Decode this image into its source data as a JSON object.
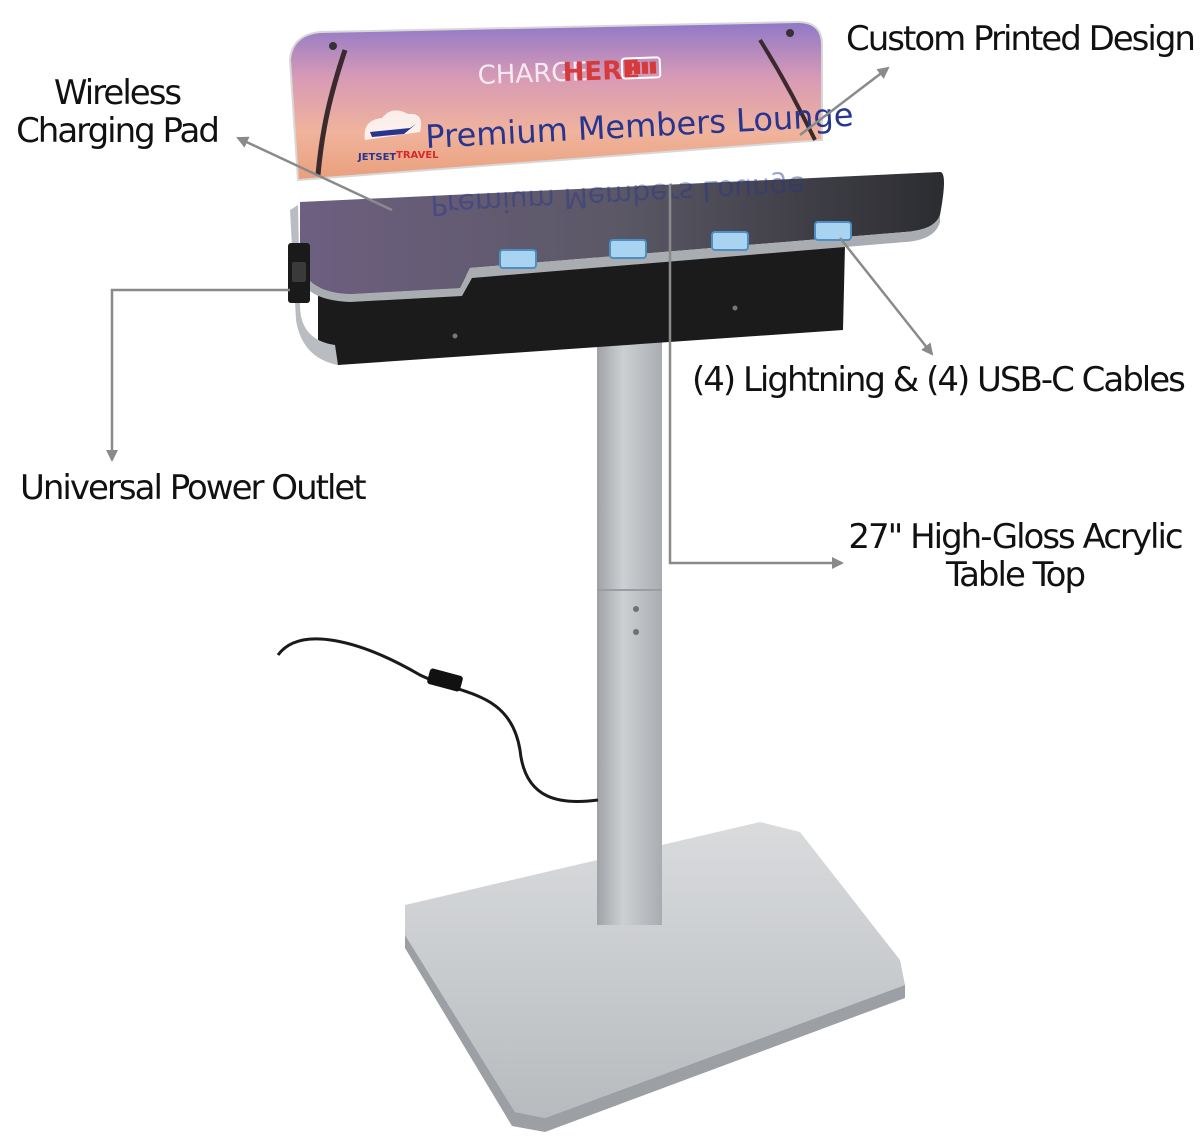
{
  "callouts": {
    "custom_printed_design": "Custom Printed Design",
    "wireless_line1": "Wireless",
    "wireless_line2": "Charging Pad",
    "cables": "(4) Lightning & (4) USB-C Cables",
    "power_outlet": "Universal Power Outlet",
    "tabletop_line1": "27\" High-Gloss Acrylic",
    "tabletop_line2": "Table Top"
  },
  "sign": {
    "charge": "CHARGE",
    "here": "HERE",
    "headline": "Premium Members Lounge",
    "brand_jetset": "JETSET",
    "brand_travel": "TRAVEL"
  },
  "colors": {
    "arrow": "#8a8a8a",
    "headline": "#27358f",
    "brand_red": "#d62a2a",
    "battery_red": "#d63a3a",
    "base_silver": "#c4c6c8",
    "ledge_black": "#1b1b1b"
  }
}
